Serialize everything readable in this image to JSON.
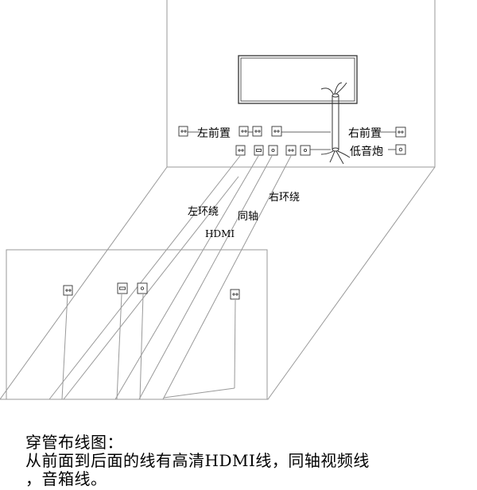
{
  "labels": {
    "front_left": "左前置",
    "front_right": "右前置",
    "subwoofer": "低音炮",
    "surround_left": "左环绕",
    "surround_right": "右环绕",
    "coax": "同轴",
    "hdmi": "HDMI"
  },
  "caption": {
    "title": "穿管布线图：",
    "line1": "从前面到后面的线有高清HDMI线，同轴视频线",
    "line2": "，音箱线。"
  }
}
